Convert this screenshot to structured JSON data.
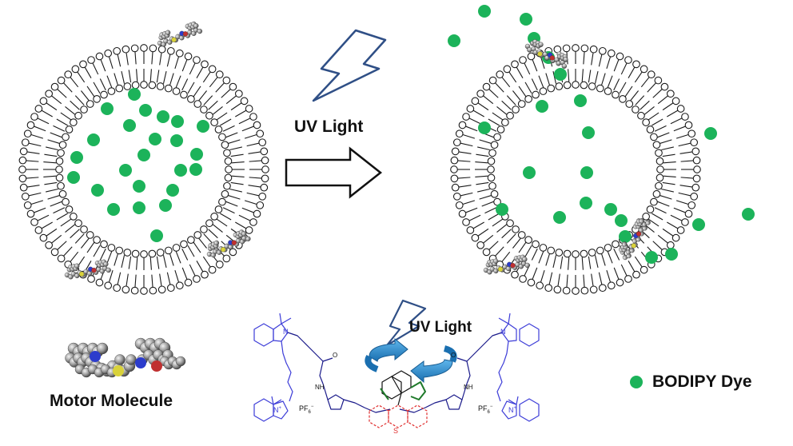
{
  "labels": {
    "uv_light_top": "UV Light",
    "uv_light_bottom": "UV Light",
    "motor_molecule": "Motor Molecule",
    "legend_dye": "BODIPY Dye",
    "counterion_left": "PF",
    "counterion_right": "PF",
    "nitrogen_plus": "N",
    "nitrogen": "N",
    "nh": "NH",
    "sulfur": "S",
    "oxygen": "O"
  },
  "colors": {
    "dye": "#1cb35a",
    "lipid_stroke": "#1a1a1a",
    "bolt_stroke": "#2f4f86",
    "rotation_arrow": "#1f86c8",
    "cyanine_structure": "#3d3dd8",
    "linker_structure": "#1a1a8a",
    "motor_stator": "#e03030",
    "motor_rotor": "#111111",
    "motor_axle_highlight": "#1f7a2a"
  },
  "icons": {
    "light_bolt": "lightning-bolt-icon",
    "process_arrow": "right-arrow-icon",
    "rotation": "rotation-arrows-icon"
  }
}
